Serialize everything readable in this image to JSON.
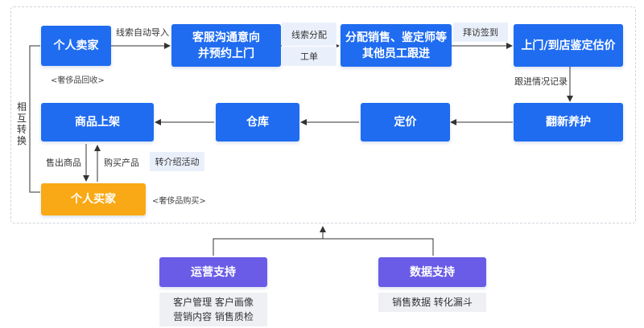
{
  "nodes": {
    "seller": "个人卖家",
    "service": "客服沟通意向\n并预约上门",
    "assign": "分配销售、鉴定师等\n其他员工跟进",
    "appraise": "上门/到店鉴定估价",
    "refurbish": "翻新养护",
    "pricing": "定价",
    "warehouse": "仓库",
    "listing": "商品上架",
    "buyer": "个人买家",
    "ops": "运营支持",
    "data": "数据支持"
  },
  "edges": {
    "auto_import": "线索自动导入",
    "lead_assign": "线索分配",
    "ticket": "工单",
    "visit_signin": "拜访签到",
    "followup": "跟进情况记录",
    "sell_goods": "售出商品",
    "buy_goods": "购买产品",
    "referral": "转介绍活动"
  },
  "notes": {
    "recycle": "<奢侈品回收>",
    "purchase": "<奢侈品购买>"
  },
  "side_label": "相\n互\n转\n换",
  "ops_items": [
    "客户管理  客户画像",
    "营销内容  销售质检"
  ],
  "data_items": [
    "销售数据  转化漏斗"
  ]
}
